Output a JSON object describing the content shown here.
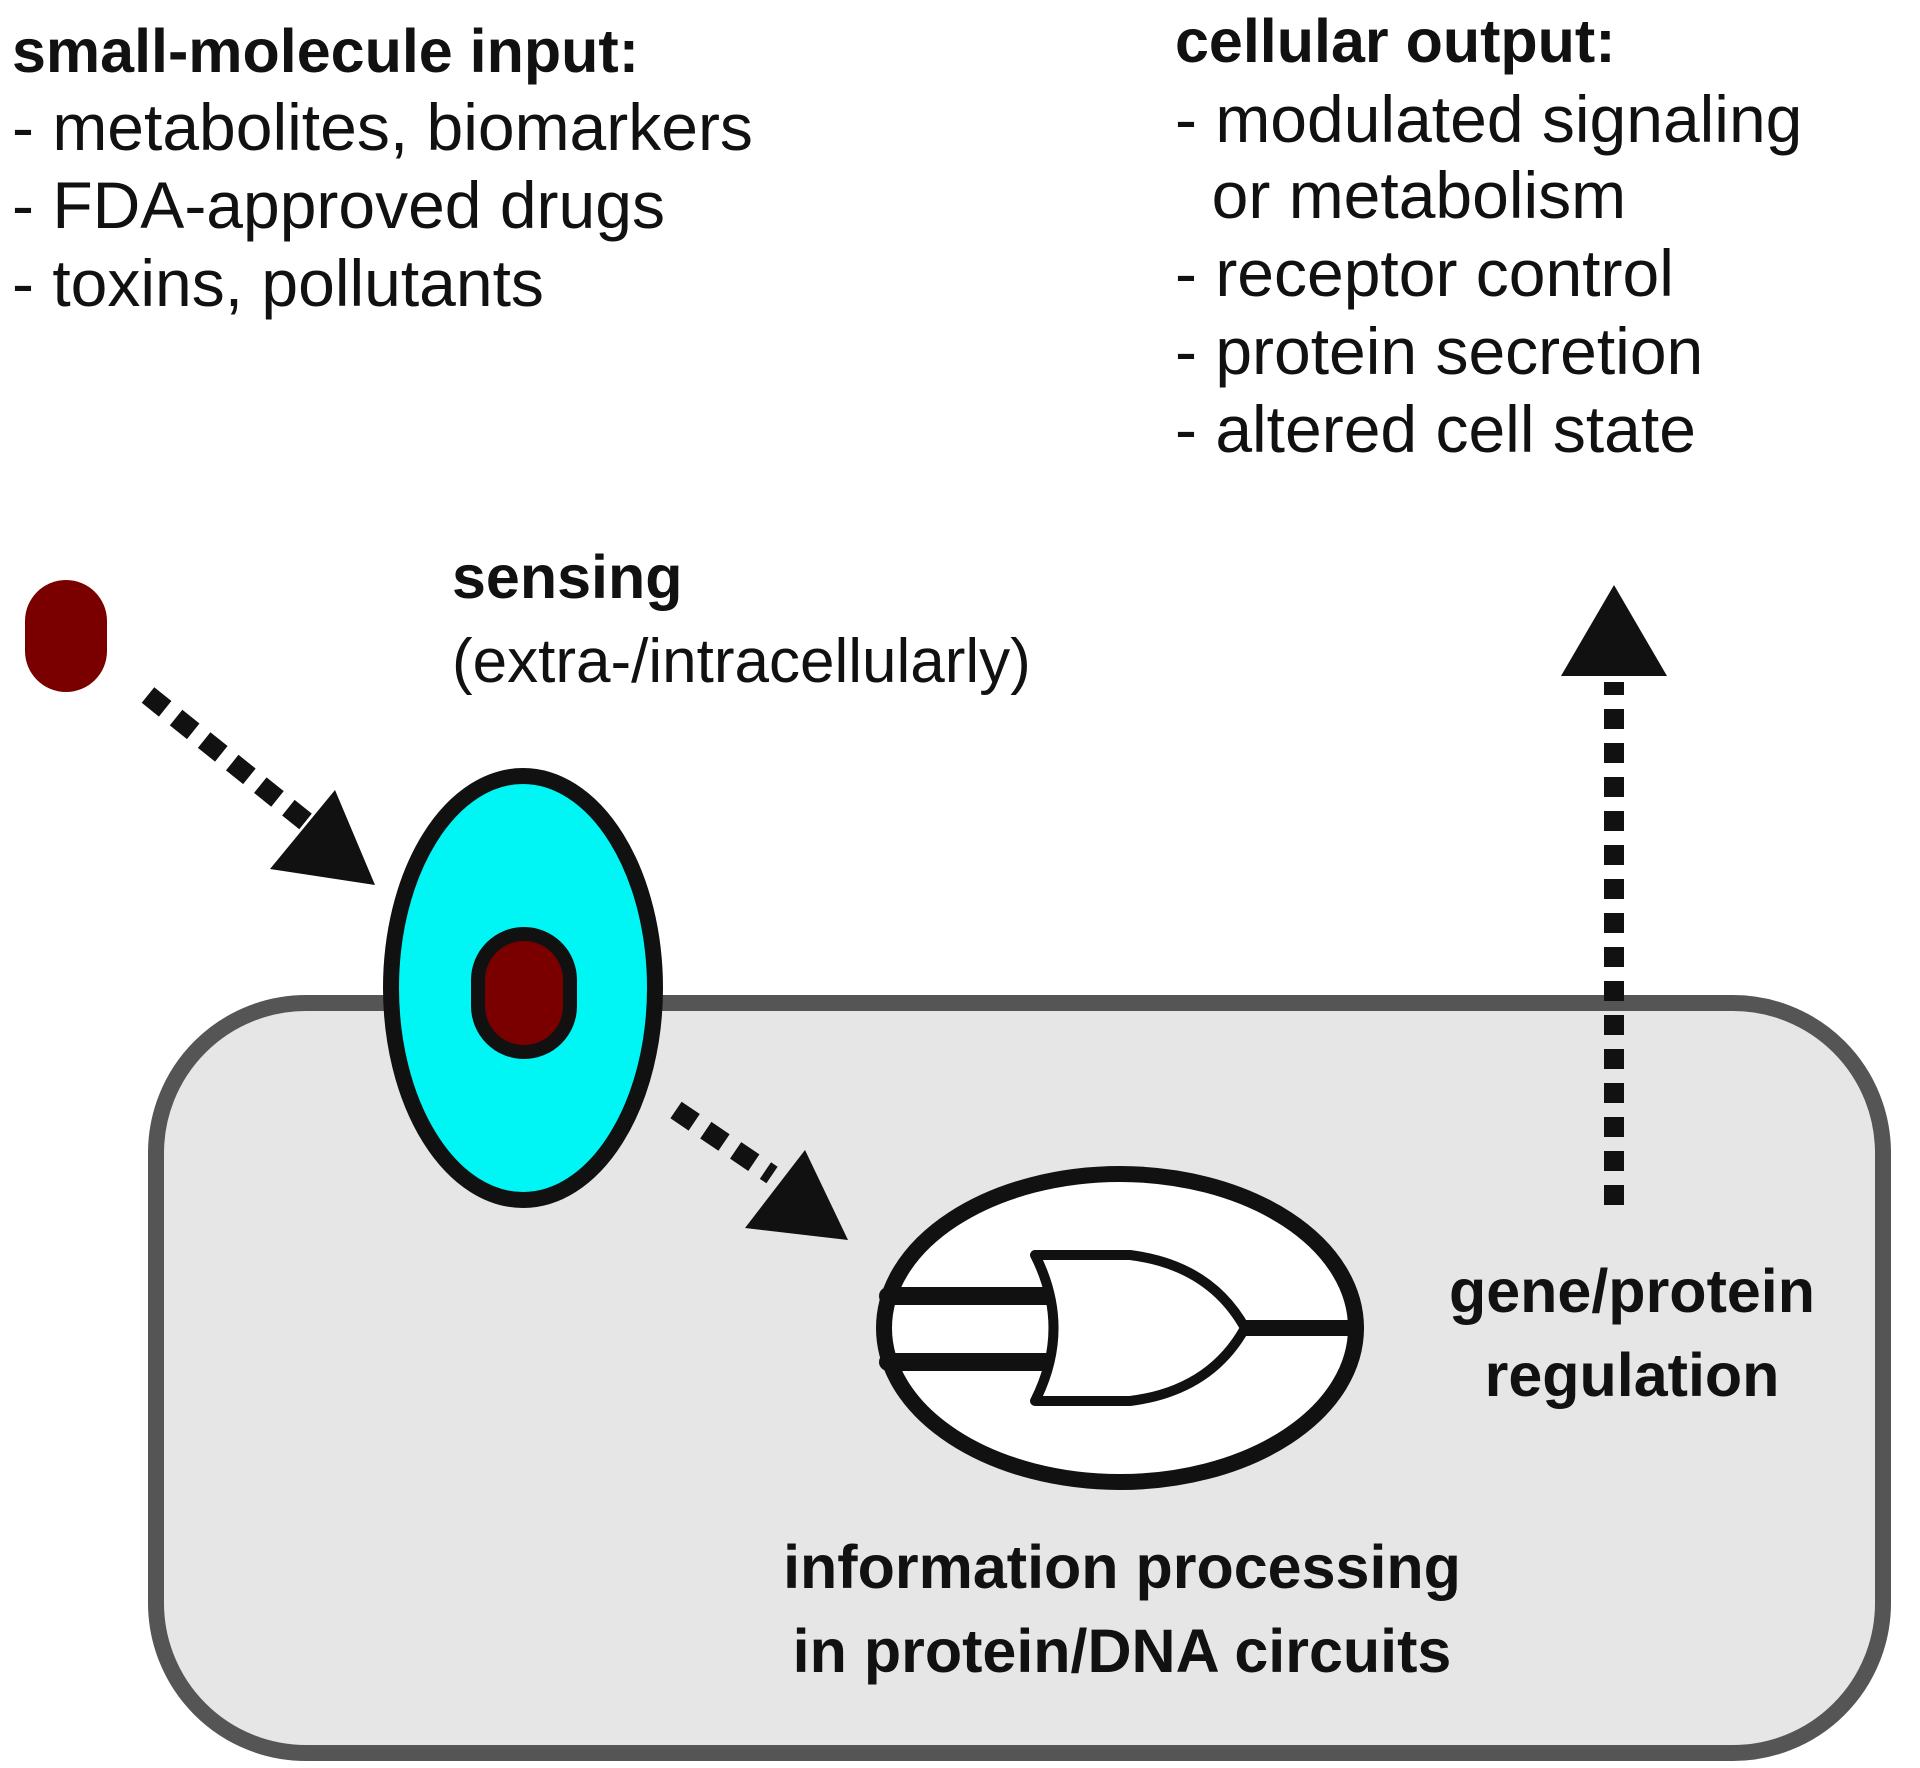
{
  "input": {
    "heading": "small-molecule input:",
    "items": [
      "- metabolites, biomarkers",
      "- FDA-approved drugs",
      "- toxins, pollutants"
    ]
  },
  "output": {
    "heading": "cellular output:",
    "items": [
      "- modulated signaling",
      "  or metabolism",
      "- receptor control",
      "- protein secretion",
      "- altered cell state"
    ]
  },
  "sensing": {
    "title": "sensing",
    "subtitle": "(extra-/intracellularly)"
  },
  "processing": {
    "line1": "information processing",
    "line2": "in protein/DNA circuits"
  },
  "regulation": {
    "line1": "gene/protein",
    "line2": "regulation"
  },
  "colors": {
    "molecule": "#7a0000",
    "receptor": "#00f5f5",
    "cell_fill": "#e6e6e6",
    "cell_stroke": "#555555",
    "ink": "#111111"
  }
}
